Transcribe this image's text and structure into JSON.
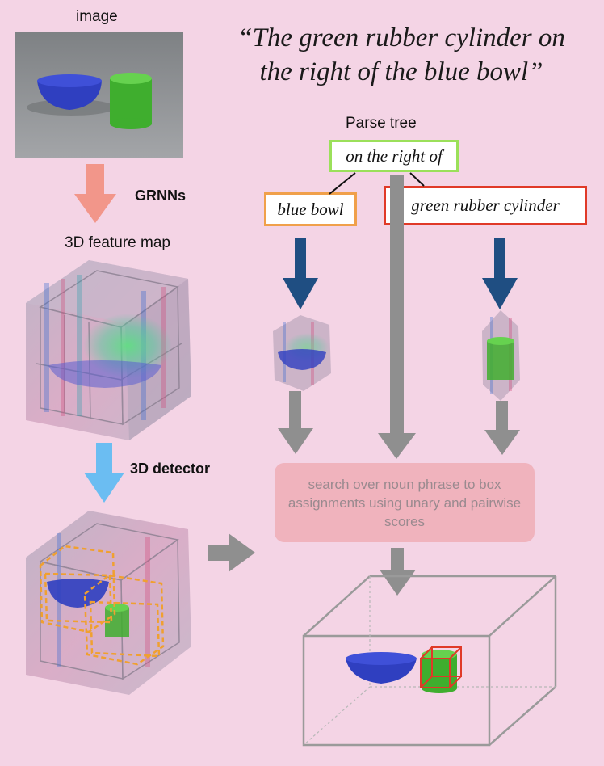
{
  "labels": {
    "image": "image",
    "grnns": "GRNNs",
    "feature_map": "3D feature map",
    "detector": "3D detector",
    "parse_tree": "Parse tree"
  },
  "query": {
    "line1": "“The green rubber cylinder on",
    "line2": "the right of the blue bowl”"
  },
  "parse": {
    "relation": "on the right of",
    "left_phrase": "blue bowl",
    "right_phrase": "green rubber cylinder"
  },
  "search_text": "search over noun phrase to box assignments using unary and pairwise scores",
  "colors": {
    "background": "#f4d4e5",
    "relation_box": "#9be05a",
    "left_box": "#f0a04a",
    "right_box": "#e03a28",
    "gray_arrow": "#8f8f8f",
    "blue_arrow": "#1f4e82",
    "salmon_arrow": "#f2968a",
    "light_blue_arrow": "#6bbdf2"
  }
}
